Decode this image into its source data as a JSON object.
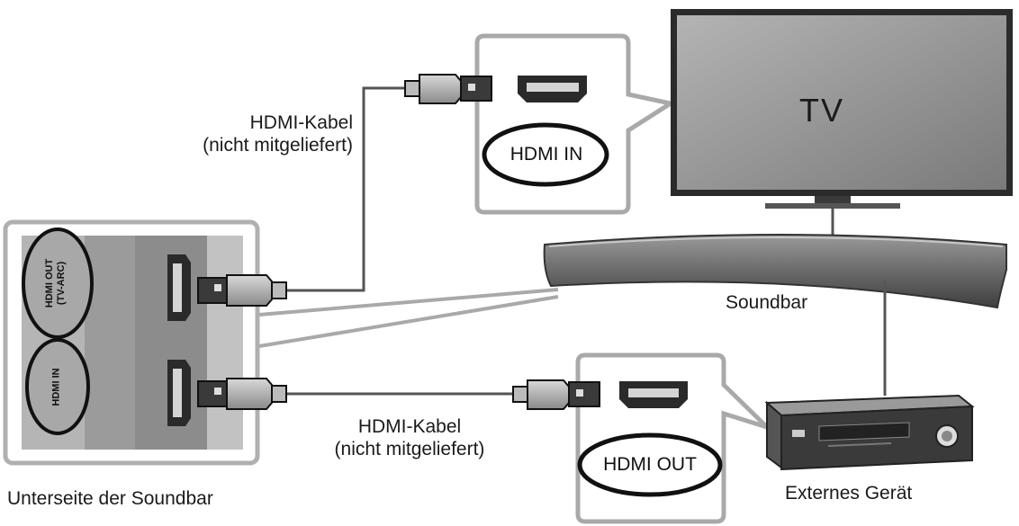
{
  "tv": {
    "label": "TV"
  },
  "soundbar": {
    "label": "Soundbar"
  },
  "soundbar_bottom": {
    "label": "Unterseite der Soundbar",
    "port_out_line1": "HDMI OUT",
    "port_out_line2": "(TV-ARC)",
    "port_in": "HDMI IN"
  },
  "cable_top": {
    "line1": "HDMI-Kabel",
    "line2": "(nicht mitgeliefert)"
  },
  "cable_bottom": {
    "line1": "HDMI-Kabel",
    "line2": "(nicht mitgeliefert)"
  },
  "tv_callout": {
    "port_label": "HDMI IN"
  },
  "device_callout": {
    "port_label": "HDMI OUT"
  },
  "external_device": {
    "label": "Externes Gerät"
  },
  "icons": [
    "hdmi-plug-icon",
    "hdmi-port-icon",
    "soundbar-icon",
    "tv-icon",
    "external-device-icon"
  ],
  "colors": {
    "line": "#555555",
    "callout_border": "#a9a9a9",
    "tv_screen": "#8c8c8c",
    "soundbar": "#6f6f6f"
  }
}
